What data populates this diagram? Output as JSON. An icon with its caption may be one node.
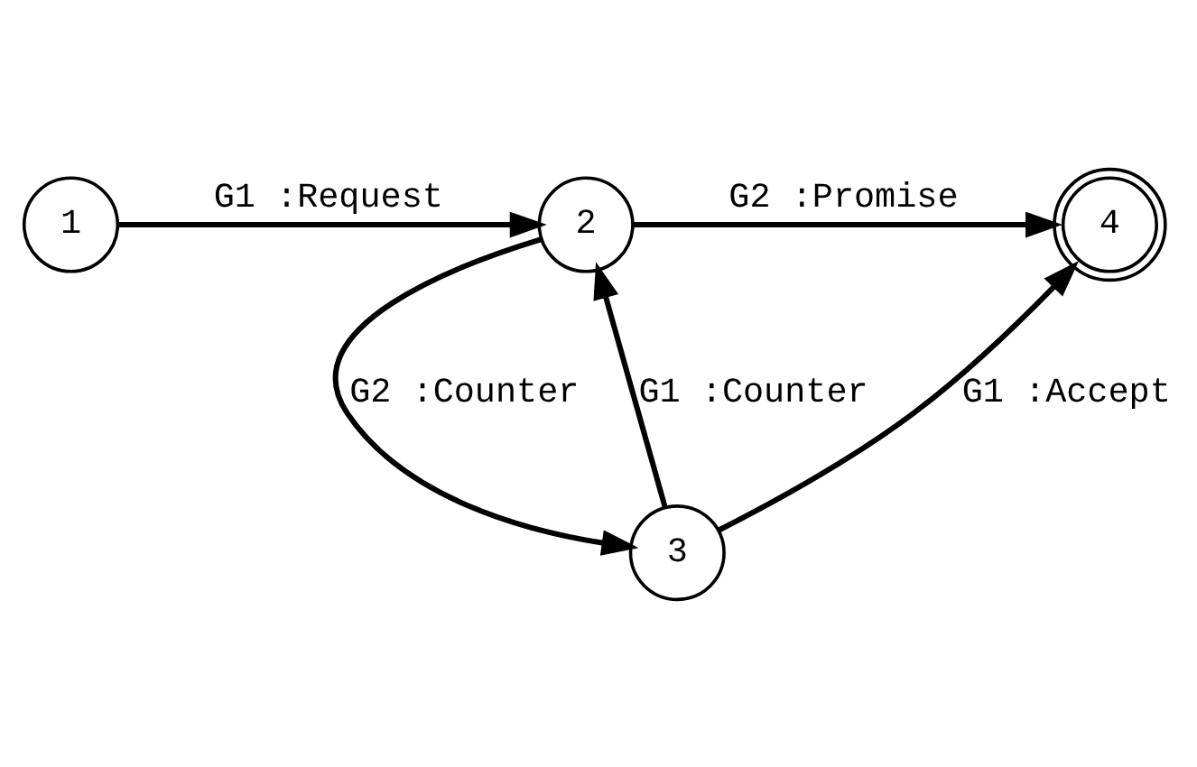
{
  "diagram": {
    "nodes": [
      {
        "text": [
          "1"
        ]
      },
      {
        "text": [
          "2"
        ]
      },
      {
        "text": [
          "3"
        ]
      },
      {
        "text": [
          "4"
        ]
      }
    ],
    "edges": [
      {
        "from": 0,
        "to": 1,
        "arrow": "to",
        "label": "G1 :Request"
      },
      {
        "from": 1,
        "to": 3,
        "arrow": "to",
        "label": "G2 :Promise"
      },
      {
        "from": 2,
        "to": 1,
        "arrow": "to",
        "label": "G1 :Counter"
      },
      {
        "from": 1,
        "to": 2,
        "arrow": "to",
        "label": "G2 :Counter"
      },
      {
        "from": 2,
        "to": 3,
        "arrow": "to",
        "label": "G1 :Accept"
      }
    ]
  }
}
